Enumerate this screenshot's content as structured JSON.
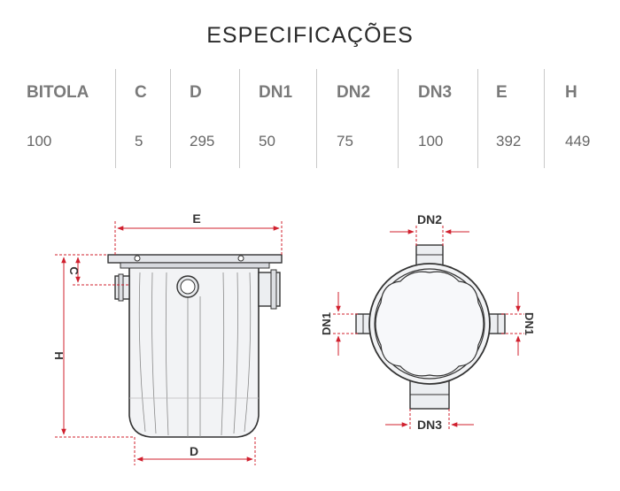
{
  "title": "ESPECIFICAÇÕES",
  "table": {
    "columns": [
      {
        "header": "BITOLA",
        "value": "100"
      },
      {
        "header": "C",
        "value": "5"
      },
      {
        "header": "D",
        "value": "295"
      },
      {
        "header": "DN1",
        "value": "50"
      },
      {
        "header": "DN2",
        "value": "75"
      },
      {
        "header": "DN3",
        "value": "100"
      },
      {
        "header": "E",
        "value": "392"
      },
      {
        "header": "H",
        "value": "449"
      }
    ]
  },
  "side_view": {
    "labels": {
      "E": "E",
      "C": "C",
      "H": "H",
      "D": "D"
    }
  },
  "top_view": {
    "labels": {
      "DN2": "DN2",
      "DN1_left": "DN1",
      "DN1_right": "DN1",
      "DN3": "DN3"
    }
  },
  "colors": {
    "dimension": "#d0202e",
    "outline": "#333333",
    "separator": "#c9c9c9",
    "header": "#7a7a7a"
  }
}
